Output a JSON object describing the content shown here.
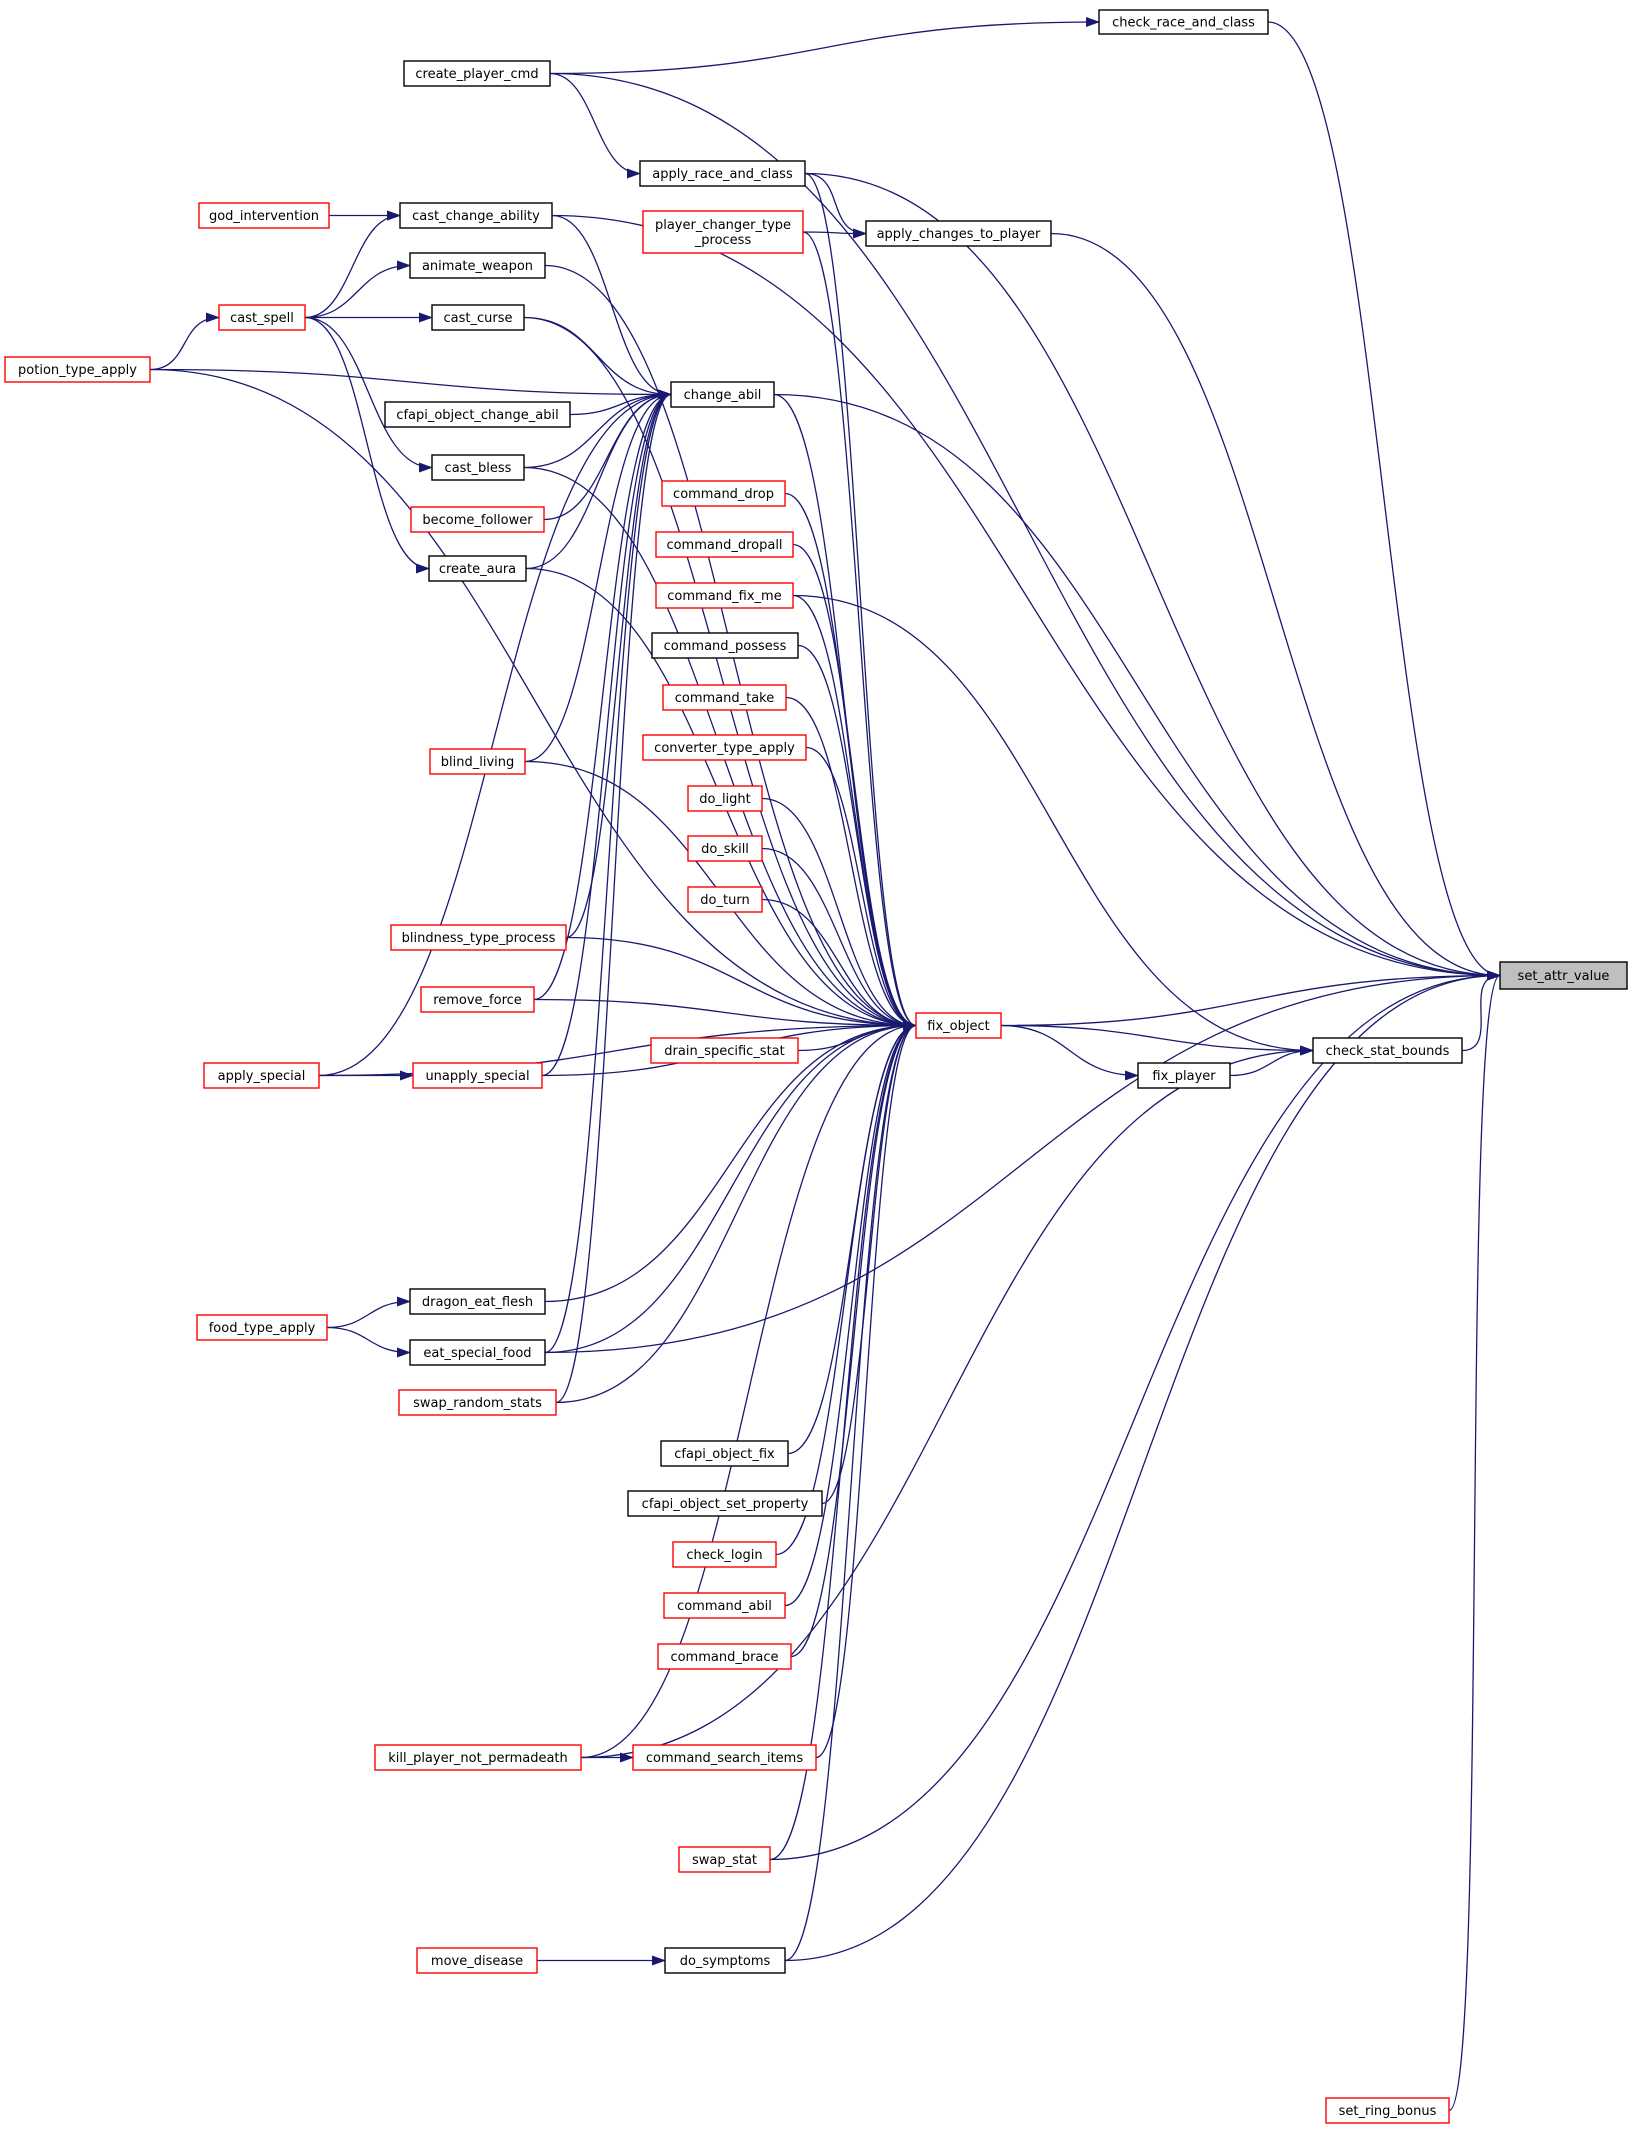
{
  "colors": {
    "edge": "#191970",
    "border_default": "#000000",
    "border_truncated": "#ff0000",
    "focus_fill": "#bfbfbf",
    "node_fill": "#ffffff"
  },
  "nodes": [
    {
      "id": "set_attr_value",
      "label": "set_attr_value",
      "style": "focus"
    },
    {
      "id": "check_race_and_class",
      "label": "check_race_and_class",
      "style": "default"
    },
    {
      "id": "create_player_cmd",
      "label": "create_player_cmd",
      "style": "default"
    },
    {
      "id": "apply_race_and_class",
      "label": "apply_race_and_class",
      "style": "default"
    },
    {
      "id": "god_intervention",
      "label": "god_intervention",
      "style": "truncated"
    },
    {
      "id": "cast_change_ability",
      "label": "cast_change_ability",
      "style": "default"
    },
    {
      "id": "player_changer_type_process",
      "label": "player_changer_type _process",
      "style": "truncated"
    },
    {
      "id": "apply_changes_to_player",
      "label": "apply_changes_to_player",
      "style": "default"
    },
    {
      "id": "animate_weapon",
      "label": "animate_weapon",
      "style": "default"
    },
    {
      "id": "cast_spell",
      "label": "cast_spell",
      "style": "truncated"
    },
    {
      "id": "cast_curse",
      "label": "cast_curse",
      "style": "default"
    },
    {
      "id": "potion_type_apply",
      "label": "potion_type_apply",
      "style": "truncated"
    },
    {
      "id": "change_abil",
      "label": "change_abil",
      "style": "default"
    },
    {
      "id": "cfapi_object_change_abil",
      "label": "cfapi_object_change_abil",
      "style": "default"
    },
    {
      "id": "cast_bless",
      "label": "cast_bless",
      "style": "default"
    },
    {
      "id": "command_drop",
      "label": "command_drop",
      "style": "truncated"
    },
    {
      "id": "become_follower",
      "label": "become_follower",
      "style": "truncated"
    },
    {
      "id": "command_dropall",
      "label": "command_dropall",
      "style": "truncated"
    },
    {
      "id": "create_aura",
      "label": "create_aura",
      "style": "default"
    },
    {
      "id": "command_fix_me",
      "label": "command_fix_me",
      "style": "truncated"
    },
    {
      "id": "command_possess",
      "label": "command_possess",
      "style": "default"
    },
    {
      "id": "command_take",
      "label": "command_take",
      "style": "truncated"
    },
    {
      "id": "converter_type_apply",
      "label": "converter_type_apply",
      "style": "truncated"
    },
    {
      "id": "blind_living",
      "label": "blind_living",
      "style": "truncated"
    },
    {
      "id": "do_light",
      "label": "do_light",
      "style": "truncated"
    },
    {
      "id": "do_skill",
      "label": "do_skill",
      "style": "truncated"
    },
    {
      "id": "do_turn",
      "label": "do_turn",
      "style": "truncated"
    },
    {
      "id": "blindness_type_process",
      "label": "blindness_type_process",
      "style": "truncated"
    },
    {
      "id": "remove_force",
      "label": "remove_force",
      "style": "truncated"
    },
    {
      "id": "fix_object",
      "label": "fix_object",
      "style": "truncated"
    },
    {
      "id": "drain_specific_stat",
      "label": "drain_specific_stat",
      "style": "truncated"
    },
    {
      "id": "check_stat_bounds",
      "label": "check_stat_bounds",
      "style": "default"
    },
    {
      "id": "apply_special",
      "label": "apply_special",
      "style": "truncated"
    },
    {
      "id": "unapply_special",
      "label": "unapply_special",
      "style": "truncated"
    },
    {
      "id": "fix_player",
      "label": "fix_player",
      "style": "default"
    },
    {
      "id": "dragon_eat_flesh",
      "label": "dragon_eat_flesh",
      "style": "default"
    },
    {
      "id": "food_type_apply",
      "label": "food_type_apply",
      "style": "truncated"
    },
    {
      "id": "eat_special_food",
      "label": "eat_special_food",
      "style": "default"
    },
    {
      "id": "swap_random_stats",
      "label": "swap_random_stats",
      "style": "truncated"
    },
    {
      "id": "cfapi_object_fix",
      "label": "cfapi_object_fix",
      "style": "default"
    },
    {
      "id": "cfapi_object_set_property",
      "label": "cfapi_object_set_property",
      "style": "default"
    },
    {
      "id": "check_login",
      "label": "check_login",
      "style": "truncated"
    },
    {
      "id": "command_abil",
      "label": "command_abil",
      "style": "truncated"
    },
    {
      "id": "command_brace",
      "label": "command_brace",
      "style": "truncated"
    },
    {
      "id": "kill_player_not_permadeath",
      "label": "kill_player_not_permadeath",
      "style": "truncated"
    },
    {
      "id": "command_search_items",
      "label": "command_search_items",
      "style": "truncated"
    },
    {
      "id": "swap_stat",
      "label": "swap_stat",
      "style": "truncated"
    },
    {
      "id": "move_disease",
      "label": "move_disease",
      "style": "truncated"
    },
    {
      "id": "do_symptoms",
      "label": "do_symptoms",
      "style": "default"
    },
    {
      "id": "set_ring_bonus",
      "label": "set_ring_bonus",
      "style": "truncated"
    }
  ],
  "edges": [
    [
      "check_race_and_class",
      "set_attr_value"
    ],
    [
      "create_player_cmd",
      "check_race_and_class"
    ],
    [
      "create_player_cmd",
      "set_attr_value"
    ],
    [
      "create_player_cmd",
      "apply_race_and_class"
    ],
    [
      "apply_race_and_class",
      "set_attr_value"
    ],
    [
      "apply_race_and_class",
      "apply_changes_to_player"
    ],
    [
      "apply_race_and_class",
      "fix_object"
    ],
    [
      "god_intervention",
      "cast_change_ability"
    ],
    [
      "cast_spell",
      "cast_change_ability"
    ],
    [
      "cast_spell",
      "animate_weapon"
    ],
    [
      "cast_spell",
      "cast_curse"
    ],
    [
      "cast_spell",
      "cast_bless"
    ],
    [
      "cast_spell",
      "create_aura"
    ],
    [
      "potion_type_apply",
      "cast_spell"
    ],
    [
      "potion_type_apply",
      "change_abil"
    ],
    [
      "potion_type_apply",
      "fix_object"
    ],
    [
      "cast_change_ability",
      "set_attr_value"
    ],
    [
      "cast_change_ability",
      "change_abil"
    ],
    [
      "player_changer_type_process",
      "apply_changes_to_player"
    ],
    [
      "player_changer_type_process",
      "fix_object"
    ],
    [
      "apply_changes_to_player",
      "set_attr_value"
    ],
    [
      "animate_weapon",
      "fix_object"
    ],
    [
      "cast_curse",
      "change_abil"
    ],
    [
      "cast_curse",
      "fix_object"
    ],
    [
      "cfapi_object_change_abil",
      "change_abil"
    ],
    [
      "cast_bless",
      "change_abil"
    ],
    [
      "cast_bless",
      "fix_object"
    ],
    [
      "become_follower",
      "change_abil"
    ],
    [
      "create_aura",
      "change_abil"
    ],
    [
      "create_aura",
      "fix_object"
    ],
    [
      "blind_living",
      "change_abil"
    ],
    [
      "blind_living",
      "fix_object"
    ],
    [
      "blindness_type_process",
      "change_abil"
    ],
    [
      "blindness_type_process",
      "fix_object"
    ],
    [
      "remove_force",
      "change_abil"
    ],
    [
      "remove_force",
      "fix_object"
    ],
    [
      "apply_special",
      "change_abil"
    ],
    [
      "apply_special",
      "fix_object"
    ],
    [
      "apply_special",
      "unapply_special"
    ],
    [
      "unapply_special",
      "change_abil"
    ],
    [
      "unapply_special",
      "fix_object"
    ],
    [
      "change_abil",
      "set_attr_value"
    ],
    [
      "change_abil",
      "fix_object"
    ],
    [
      "eat_special_food",
      "change_abil"
    ],
    [
      "eat_special_food",
      "fix_object"
    ],
    [
      "swap_random_stats",
      "change_abil"
    ],
    [
      "swap_random_stats",
      "fix_object"
    ],
    [
      "command_drop",
      "fix_object"
    ],
    [
      "command_dropall",
      "fix_object"
    ],
    [
      "command_fix_me",
      "fix_object"
    ],
    [
      "command_possess",
      "fix_object"
    ],
    [
      "command_take",
      "fix_object"
    ],
    [
      "converter_type_apply",
      "fix_object"
    ],
    [
      "do_light",
      "fix_object"
    ],
    [
      "do_skill",
      "fix_object"
    ],
    [
      "do_turn",
      "fix_object"
    ],
    [
      "drain_specific_stat",
      "fix_object"
    ],
    [
      "dragon_eat_flesh",
      "fix_object"
    ],
    [
      "food_type_apply",
      "dragon_eat_flesh"
    ],
    [
      "food_type_apply",
      "eat_special_food"
    ],
    [
      "cfapi_object_fix",
      "fix_object"
    ],
    [
      "cfapi_object_set_property",
      "fix_object"
    ],
    [
      "check_login",
      "fix_object"
    ],
    [
      "command_abil",
      "fix_object"
    ],
    [
      "command_brace",
      "fix_object"
    ],
    [
      "kill_player_not_permadeath",
      "command_search_items"
    ],
    [
      "kill_player_not_permadeath",
      "fix_object"
    ],
    [
      "kill_player_not_permadeath",
      "check_stat_bounds"
    ],
    [
      "command_search_items",
      "fix_object"
    ],
    [
      "swap_stat",
      "fix_object"
    ],
    [
      "swap_stat",
      "set_attr_value"
    ],
    [
      "move_disease",
      "do_symptoms"
    ],
    [
      "do_symptoms",
      "fix_object"
    ],
    [
      "do_symptoms",
      "set_attr_value"
    ],
    [
      "fix_object",
      "set_attr_value"
    ],
    [
      "fix_object",
      "check_stat_bounds"
    ],
    [
      "fix_object",
      "fix_player"
    ],
    [
      "fix_player",
      "check_stat_bounds"
    ],
    [
      "check_stat_bounds",
      "set_attr_value"
    ],
    [
      "command_fix_me",
      "check_stat_bounds"
    ],
    [
      "eat_special_food",
      "set_attr_value"
    ],
    [
      "set_ring_bonus",
      "set_attr_value"
    ]
  ]
}
